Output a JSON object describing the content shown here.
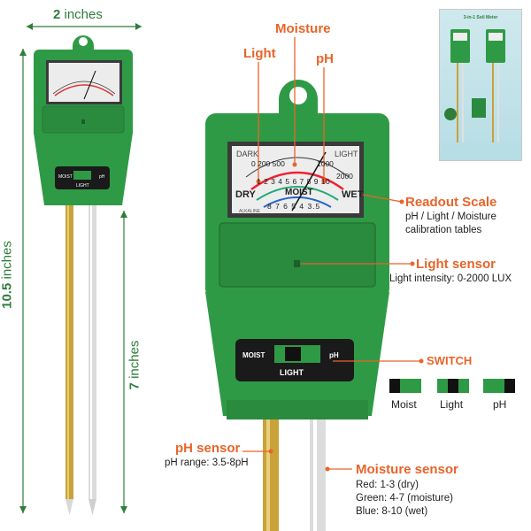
{
  "dimensions": {
    "width_num": "2",
    "width_unit": " inches",
    "height_num": "10.5",
    "height_unit": " inches",
    "probe_num": "7",
    "probe_unit": " inches"
  },
  "callouts": {
    "light": "Light",
    "moisture": "Moisture",
    "ph": "pH",
    "readout_title": "Readout Scale",
    "readout_desc_1": "pH / Light / Moisture",
    "readout_desc_2": "calibration tables",
    "light_sensor_title": "Light sensor",
    "light_sensor_desc": "Light intensity: 0-2000 LUX",
    "switch_title": "SWITCH",
    "ph_sensor_title": "pH sensor",
    "ph_sensor_desc": "pH range: 3.5-8pH",
    "moisture_sensor_title": "Moisture sensor",
    "moisture_red": "Red: 1-3 (dry)",
    "moisture_green": "Green: 4-7 (moisture)",
    "moisture_blue": "Blue: 8-10 (wet)"
  },
  "switch_states": [
    "Moist",
    "Light",
    "pH"
  ],
  "meter_face": {
    "dark": "DARK",
    "light": "LIGHT",
    "dry": "DRY",
    "wet": "WET",
    "moist": "MOIST",
    "alkaline": "ALKALINE",
    "light_scale": "0 200 500",
    "light_scale_high": "1000",
    "light_scale_max": "2000",
    "moist_scale": "1 2 3 4 5 6 7 8 9 10",
    "ph_scale": "8 7 6 5 4 3.5"
  },
  "switch_panel": {
    "moist": "MOIST",
    "ph": "pH",
    "light": "LIGHT"
  },
  "package": {
    "title": "3-in-1 Soil Meter"
  },
  "colors": {
    "housing": "#2f9a45",
    "accent": "#e8642a",
    "label_green": "#2e7d3a"
  }
}
